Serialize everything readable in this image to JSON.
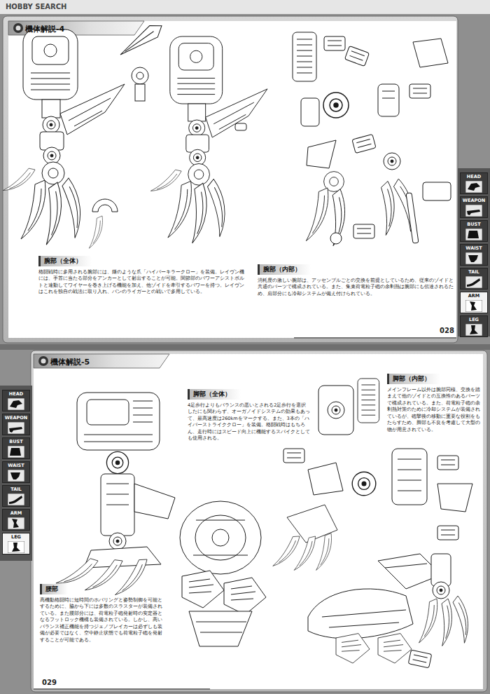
{
  "diagram": {
    "nodes": [
      {
        "text": [
          "機体解説-4"
        ]
      },
      {
        "text": [
          "腕部（全体）",
          "格闘戦時に多用される腕部には、鎌のような爪「ハイパーキラークロー」を装備。レイヴン機には、手首に当たる部分をアンカーとして射出することが可能。関節部のパワーアシストボルトと連動してワイヤーを巻き上げる機能を加え、他ゾイドを牽引するパワーを持つ。レイヴンはこれを独自の戦法に取り入れ、バンのライガーとの戦いで多用している。"
        ],
        "in": 0
      },
      {
        "text": [
          "腕部（内部）",
          "消耗度の激しい腕部は、アッセンブルごとの交換を前提としているため、従来のゾイドと共通のパーツで構成されている。また、集束荷電粒子砲の余剰熱は腕部にも伝達されるため、肩部分にも冷却システムが備え付けられている。"
        ],
        "in": 0
      },
      {
        "text": [
          "HEAD"
        ]
      },
      {
        "text": [
          "WEAPON"
        ]
      },
      {
        "text": [
          "BUST"
        ]
      },
      {
        "text": [
          "WAIST"
        ]
      },
      {
        "text": [
          "TAIL"
        ]
      },
      {
        "text": [
          "ARM"
        ]
      },
      {
        "text": [
          "LEG"
        ]
      },
      {
        "text": [
          "機体解説-5"
        ]
      },
      {
        "text": [
          "脚部（全体）",
          "4足歩行よりもバランスの悪いとされる2足歩行を選択したにも関わらず、オーガノイドシステムの効果もあって、最高速度は260kmをマークする。また、3本の「ハイパーストライククロー」を装備。格闘戦時はもちろん、走行時にはスピード向上に機能するスパイクとしても使用される。"
        ],
        "in": 10
      },
      {
        "text": [
          "脚部（内部）",
          "メインフレーム以外は腕部同様、交換を踏まえて他のゾイドとの互換性のあるパーツで構成されている。また、荷電粒子砲の余剰熱対策のために冷却システムが装備されているが、砲撃後の移動に重要な役割をもたらすため、脚部も不良を考慮して大型の物が用意されている。"
        ],
        "in": 10
      },
      {
        "text": [
          "腰部",
          "高機動格闘時に短時間のホバリングと姿勢制御を可能とするために、脇から下には多数のスラスターが装備されている。また腰部分には、荷電粒子砲発射時の安定器となるフットロック機構も装備されている。しかし、高いバランス補正機能を持つジェノブレイカーは必ずしも装備が必要ではなく、空中静止状態でも荷電粒子砲を発射することが可能である。"
        ],
        "in": 10
      },
      {
        "text": [
          "HEAD"
        ]
      },
      {
        "text": [
          "WEAPON"
        ]
      },
      {
        "text": [
          "BUST"
        ]
      },
      {
        "text": [
          "WAIST"
        ]
      },
      {
        "text": [
          "TAIL"
        ]
      },
      {
        "text": [
          "ARM"
        ]
      },
      {
        "text": [
          "LEG"
        ]
      }
    ],
    "edges": [],
    "labels": [
      "HOBBY SEARCH",
      "028",
      "029"
    ]
  }
}
